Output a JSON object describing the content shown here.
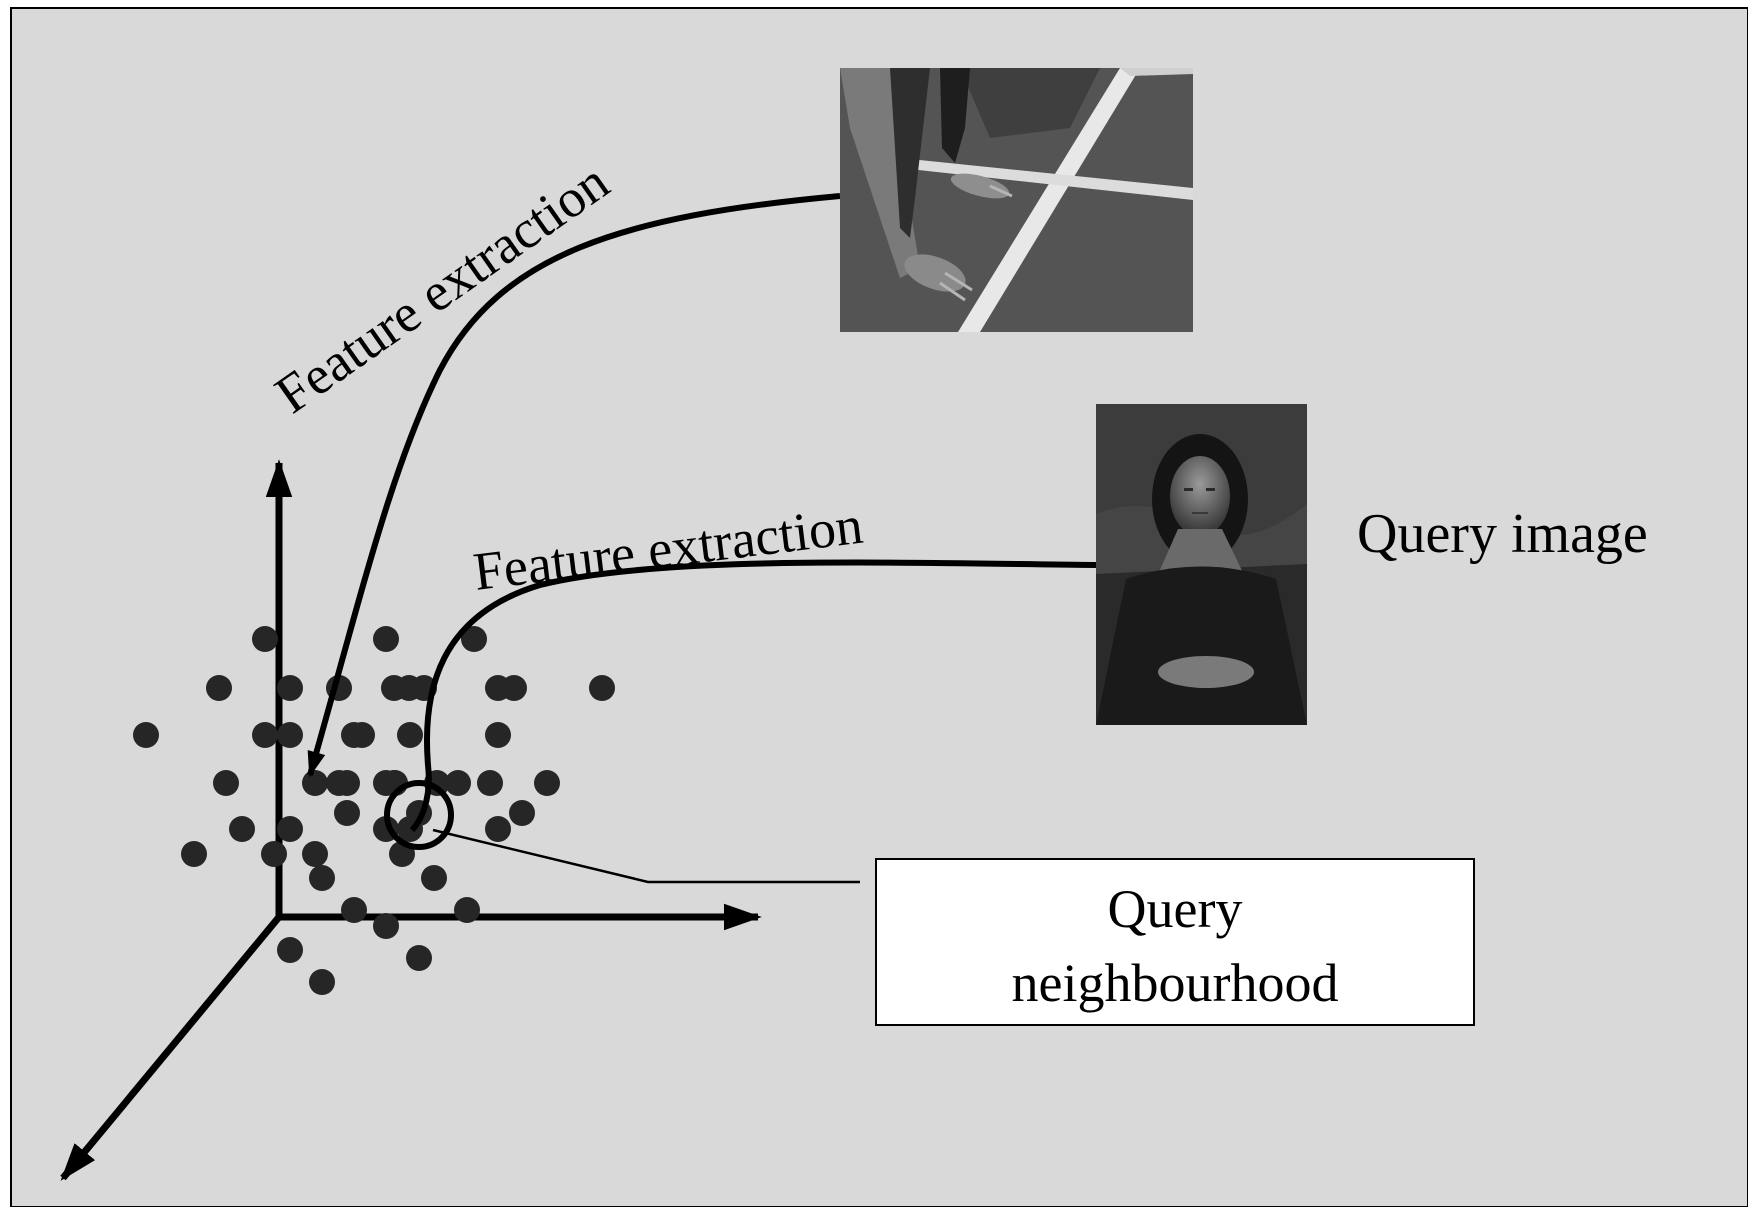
{
  "diagram": {
    "labels": {
      "feature_extraction_1": "Feature extraction",
      "feature_extraction_2": "Feature extraction",
      "query_image": "Query image",
      "query_neighbourhood_line1": "Query",
      "query_neighbourhood_line2": "neighbourhood"
    },
    "images": {
      "database_image": "photo of a sprinter's hands on a running track",
      "query_image": "portrait painting of the Mona Lisa"
    },
    "colors": {
      "background": "#d9d9d9",
      "foreground": "#000000",
      "point_fill": "#262626",
      "label_box": "#ffffff"
    }
  }
}
